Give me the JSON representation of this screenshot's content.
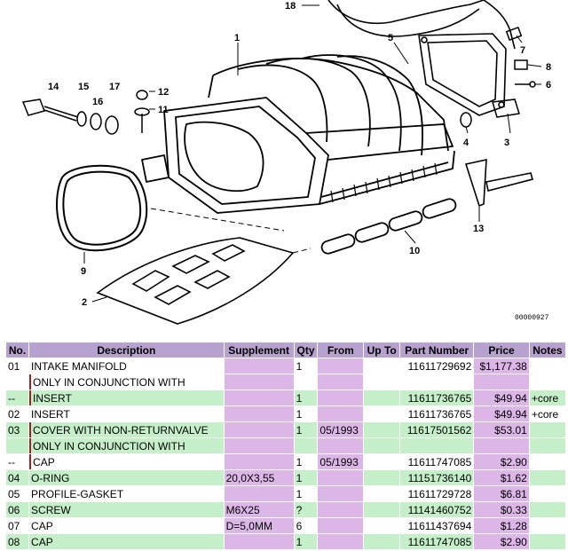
{
  "diagram": {
    "callouts": [
      "1",
      "2",
      "3",
      "4",
      "5",
      "6",
      "7",
      "8",
      "9",
      "10",
      "11",
      "12",
      "13",
      "14",
      "15",
      "16",
      "17",
      "18"
    ],
    "code": "00000927"
  },
  "table": {
    "headers": [
      "No.",
      "Description",
      "Supplement",
      "Qty",
      "From",
      "Up To",
      "Part Number",
      "Price",
      "Notes"
    ],
    "rows": [
      {
        "no": "01",
        "desc": "INTAKE MANIFOLD",
        "supp": "",
        "qty": "1",
        "from": "",
        "upto": "",
        "part": "11611729692",
        "price": "$1,177.38",
        "notes": "",
        "style": "white",
        "bar": false
      },
      {
        "no": "",
        "desc": "ONLY IN CONJUNCTION WITH",
        "supp": "",
        "qty": "",
        "from": "",
        "upto": "",
        "part": "",
        "price": "",
        "notes": "",
        "style": "white",
        "bar": true
      },
      {
        "no": "--",
        "desc": "INSERT",
        "supp": "",
        "qty": "1",
        "from": "",
        "upto": "",
        "part": "11611736765",
        "price": "$49.94",
        "notes": "+core",
        "style": "green",
        "bar": true
      },
      {
        "no": "02",
        "desc": "INSERT",
        "supp": "",
        "qty": "1",
        "from": "",
        "upto": "",
        "part": "11611736765",
        "price": "$49.94",
        "notes": "+core",
        "style": "white",
        "bar": false
      },
      {
        "no": "03",
        "desc": "COVER WITH NON-RETURNVALVE",
        "supp": "",
        "qty": "1",
        "from": "05/1993",
        "upto": "",
        "part": "11617501562",
        "price": "$53.01",
        "notes": "",
        "style": "green",
        "bar": true
      },
      {
        "no": "",
        "desc": "ONLY IN CONJUNCTION WITH",
        "supp": "",
        "qty": "",
        "from": "",
        "upto": "",
        "part": "",
        "price": "",
        "notes": "",
        "style": "green",
        "bar": true
      },
      {
        "no": "--",
        "desc": "CAP",
        "supp": "",
        "qty": "1",
        "from": "05/1993",
        "upto": "",
        "part": "11611747085",
        "price": "$2.90",
        "notes": "",
        "style": "white",
        "bar": true
      },
      {
        "no": "04",
        "desc": "O-RING",
        "supp": "20,0X3,55",
        "qty": "1",
        "from": "",
        "upto": "",
        "part": "11151736140",
        "price": "$1.62",
        "notes": "",
        "style": "green",
        "bar": false
      },
      {
        "no": "05",
        "desc": "PROFILE-GASKET",
        "supp": "",
        "qty": "1",
        "from": "",
        "upto": "",
        "part": "11611729728",
        "price": "$6.81",
        "notes": "",
        "style": "white",
        "bar": false
      },
      {
        "no": "06",
        "desc": "SCREW",
        "supp": "M6X25",
        "qty": "?",
        "from": "",
        "upto": "",
        "part": "11141460752",
        "price": "$0.33",
        "notes": "",
        "style": "green",
        "bar": false
      },
      {
        "no": "07",
        "desc": "CAP",
        "supp": "D=5,0MM",
        "qty": "6",
        "from": "",
        "upto": "",
        "part": "11611437694",
        "price": "$1.28",
        "notes": "",
        "style": "white",
        "bar": false
      },
      {
        "no": "08",
        "desc": "CAP",
        "supp": "",
        "qty": "1",
        "from": "",
        "upto": "",
        "part": "11611747085",
        "price": "$2.90",
        "notes": "",
        "style": "green",
        "bar": false
      }
    ]
  }
}
